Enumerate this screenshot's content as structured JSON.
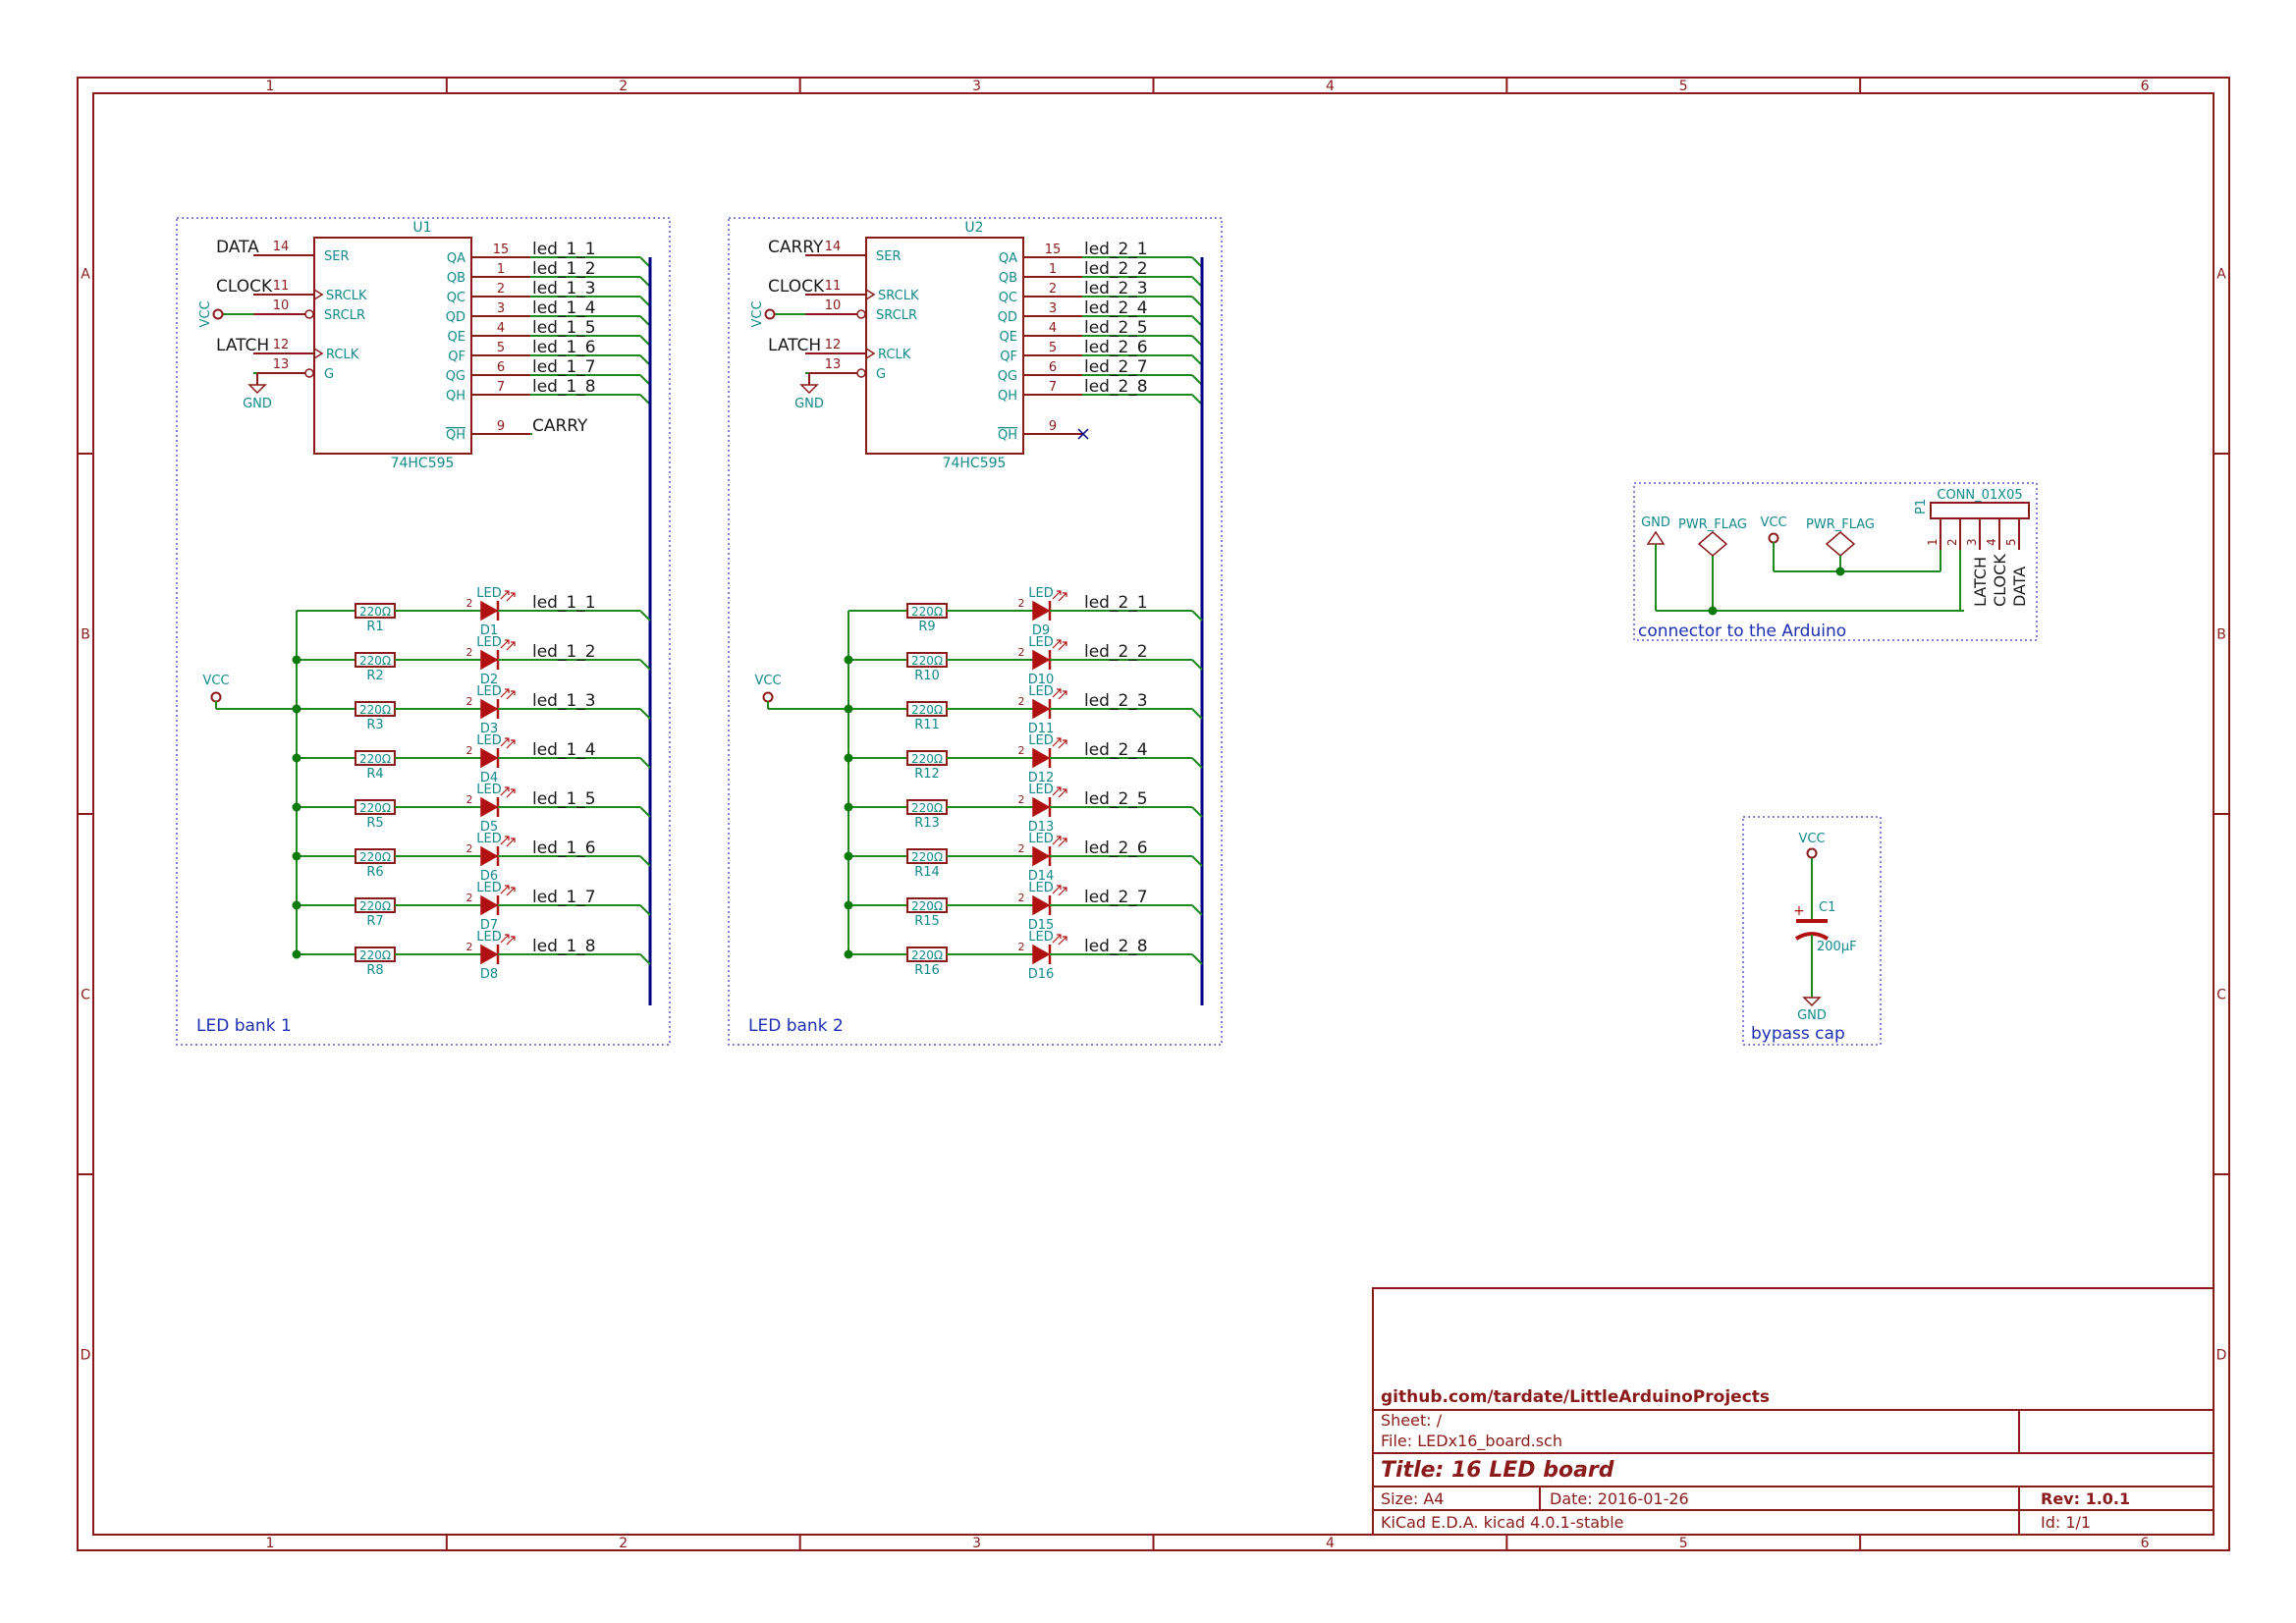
{
  "colors": {
    "border": "#8b1a1a",
    "wire": "#1f8a1f",
    "bus": "#000080",
    "label": "#1a1a1a",
    "pin": "#8b1a1a",
    "ref": "#138a8a",
    "sheetnote": "#1c2fb0",
    "box": "#5a5ad0",
    "junction": "#0d7a0d",
    "led": "#b01010"
  },
  "frame": {
    "columns": [
      "1",
      "2",
      "3",
      "4",
      "5",
      "6"
    ],
    "rows": [
      "A",
      "B",
      "C",
      "D"
    ]
  },
  "banks": [
    {
      "title": "LED bank 1",
      "ic": {
        "ref": "U1",
        "value": "74HC595",
        "left_pins": [
          {
            "net": "DATA",
            "num": "14",
            "name": "SER",
            "clk": false,
            "inv": false
          },
          {
            "net": "CLOCK",
            "num": "11",
            "name": "SRCLK",
            "clk": true,
            "inv": false
          },
          {
            "net": "VCC",
            "num": "10",
            "name": "SRCLR",
            "clk": false,
            "inv": true
          },
          {
            "net": "LATCH",
            "num": "12",
            "name": "RCLK",
            "clk": true,
            "inv": false
          },
          {
            "net": "GND",
            "num": "13",
            "name": "G",
            "clk": false,
            "inv": true
          }
        ],
        "right_pins": [
          {
            "num": "15",
            "name": "QA",
            "net": "led_1_1"
          },
          {
            "num": "1",
            "name": "QB",
            "net": "led_1_2"
          },
          {
            "num": "2",
            "name": "QC",
            "net": "led_1_3"
          },
          {
            "num": "3",
            "name": "QD",
            "net": "led_1_4"
          },
          {
            "num": "4",
            "name": "QE",
            "net": "led_1_5"
          },
          {
            "num": "5",
            "name": "QF",
            "net": "led_1_6"
          },
          {
            "num": "6",
            "name": "QG",
            "net": "led_1_7"
          },
          {
            "num": "7",
            "name": "QH",
            "net": "led_1_8"
          }
        ],
        "qh_prime": {
          "num": "9",
          "name": "QH",
          "net": "CARRY"
        }
      },
      "supply": "VCC",
      "leds": [
        {
          "r": "R1",
          "rv": "220Ω",
          "pin": "2",
          "d": "D1",
          "dv": "LED",
          "net": "led_1_1"
        },
        {
          "r": "R2",
          "rv": "220Ω",
          "pin": "2",
          "d": "D2",
          "dv": "LED",
          "net": "led_1_2"
        },
        {
          "r": "R3",
          "rv": "220Ω",
          "pin": "2",
          "d": "D3",
          "dv": "LED",
          "net": "led_1_3"
        },
        {
          "r": "R4",
          "rv": "220Ω",
          "pin": "2",
          "d": "D4",
          "dv": "LED",
          "net": "led_1_4"
        },
        {
          "r": "R5",
          "rv": "220Ω",
          "pin": "2",
          "d": "D5",
          "dv": "LED",
          "net": "led_1_5"
        },
        {
          "r": "R6",
          "rv": "220Ω",
          "pin": "2",
          "d": "D6",
          "dv": "LED",
          "net": "led_1_6"
        },
        {
          "r": "R7",
          "rv": "220Ω",
          "pin": "2",
          "d": "D7",
          "dv": "LED",
          "net": "led_1_7"
        },
        {
          "r": "R8",
          "rv": "220Ω",
          "pin": "2",
          "d": "D8",
          "dv": "LED",
          "net": "led_1_8"
        }
      ]
    },
    {
      "title": "LED bank 2",
      "ic": {
        "ref": "U2",
        "value": "74HC595",
        "left_pins": [
          {
            "net": "CARRY",
            "num": "14",
            "name": "SER",
            "clk": false,
            "inv": false
          },
          {
            "net": "CLOCK",
            "num": "11",
            "name": "SRCLK",
            "clk": true,
            "inv": false
          },
          {
            "net": "VCC",
            "num": "10",
            "name": "SRCLR",
            "clk": false,
            "inv": true
          },
          {
            "net": "LATCH",
            "num": "12",
            "name": "RCLK",
            "clk": true,
            "inv": false
          },
          {
            "net": "GND",
            "num": "13",
            "name": "G",
            "clk": false,
            "inv": true
          }
        ],
        "right_pins": [
          {
            "num": "15",
            "name": "QA",
            "net": "led_2_1"
          },
          {
            "num": "1",
            "name": "QB",
            "net": "led_2_2"
          },
          {
            "num": "2",
            "name": "QC",
            "net": "led_2_3"
          },
          {
            "num": "3",
            "name": "QD",
            "net": "led_2_4"
          },
          {
            "num": "4",
            "name": "QE",
            "net": "led_2_5"
          },
          {
            "num": "5",
            "name": "QF",
            "net": "led_2_6"
          },
          {
            "num": "6",
            "name": "QG",
            "net": "led_2_7"
          },
          {
            "num": "7",
            "name": "QH",
            "net": "led_2_8"
          }
        ],
        "qh_prime": {
          "num": "9",
          "name": "QH",
          "net": ""
        }
      },
      "supply": "VCC",
      "leds": [
        {
          "r": "R9",
          "rv": "220Ω",
          "pin": "2",
          "d": "D9",
          "dv": "LED",
          "net": "led_2_1"
        },
        {
          "r": "R10",
          "rv": "220Ω",
          "pin": "2",
          "d": "D10",
          "dv": "LED",
          "net": "led_2_2"
        },
        {
          "r": "R11",
          "rv": "220Ω",
          "pin": "2",
          "d": "D11",
          "dv": "LED",
          "net": "led_2_3"
        },
        {
          "r": "R12",
          "rv": "220Ω",
          "pin": "2",
          "d": "D12",
          "dv": "LED",
          "net": "led_2_4"
        },
        {
          "r": "R13",
          "rv": "220Ω",
          "pin": "2",
          "d": "D13",
          "dv": "LED",
          "net": "led_2_5"
        },
        {
          "r": "R14",
          "rv": "220Ω",
          "pin": "2",
          "d": "D14",
          "dv": "LED",
          "net": "led_2_6"
        },
        {
          "r": "R15",
          "rv": "220Ω",
          "pin": "2",
          "d": "D15",
          "dv": "LED",
          "net": "led_2_7"
        },
        {
          "r": "R16",
          "rv": "220Ω",
          "pin": "2",
          "d": "D16",
          "dv": "LED",
          "net": "led_2_8"
        }
      ]
    }
  ],
  "connector": {
    "ref": "P1",
    "value": "CONN_01X05",
    "pins": [
      "1",
      "2",
      "3",
      "4",
      "5"
    ],
    "nets": [
      "LATCH",
      "CLOCK",
      "DATA"
    ],
    "gnd": "GND",
    "vcc": "VCC",
    "pwr_flag": "PWR_FLAG",
    "note": "connector to the Arduino"
  },
  "bypass": {
    "vcc": "VCC",
    "ref": "C1",
    "plus": "+",
    "value": "200µF",
    "gnd": "GND",
    "note": "bypass cap"
  },
  "title_block": {
    "company": "github.com/tardate/LittleArduinoProjects",
    "sheet": "Sheet: /",
    "file": "File: LEDx16_board.sch",
    "title": "Title: 16 LED board",
    "size": "Size: A4",
    "date": "Date: 2016-01-26",
    "rev": "Rev: 1.0.1",
    "tool": "KiCad E.D.A.  kicad 4.0.1-stable",
    "id": "Id: 1/1"
  }
}
